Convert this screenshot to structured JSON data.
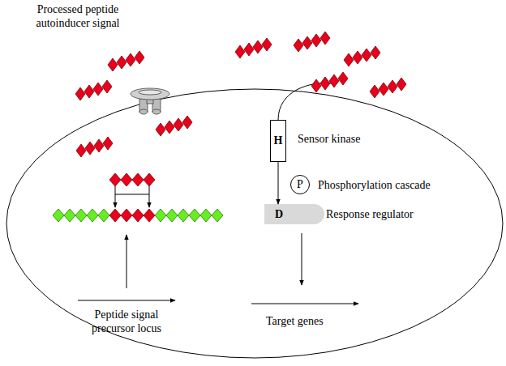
{
  "diagram": {
    "nodes": [
      {
        "text": [
          "H",
          "Sensor kinase"
        ]
      },
      {
        "text": [
          "P",
          "Phosphorylation cascade"
        ]
      },
      {
        "text": [
          "D",
          "Response regulator"
        ]
      }
    ],
    "edges": [
      {
        "from": 0,
        "to": 2,
        "arrow": "to"
      }
    ],
    "labels": [
      "Processed peptide autoinducer signal",
      "Peptide signal precursor locus",
      "Target genes"
    ]
  }
}
